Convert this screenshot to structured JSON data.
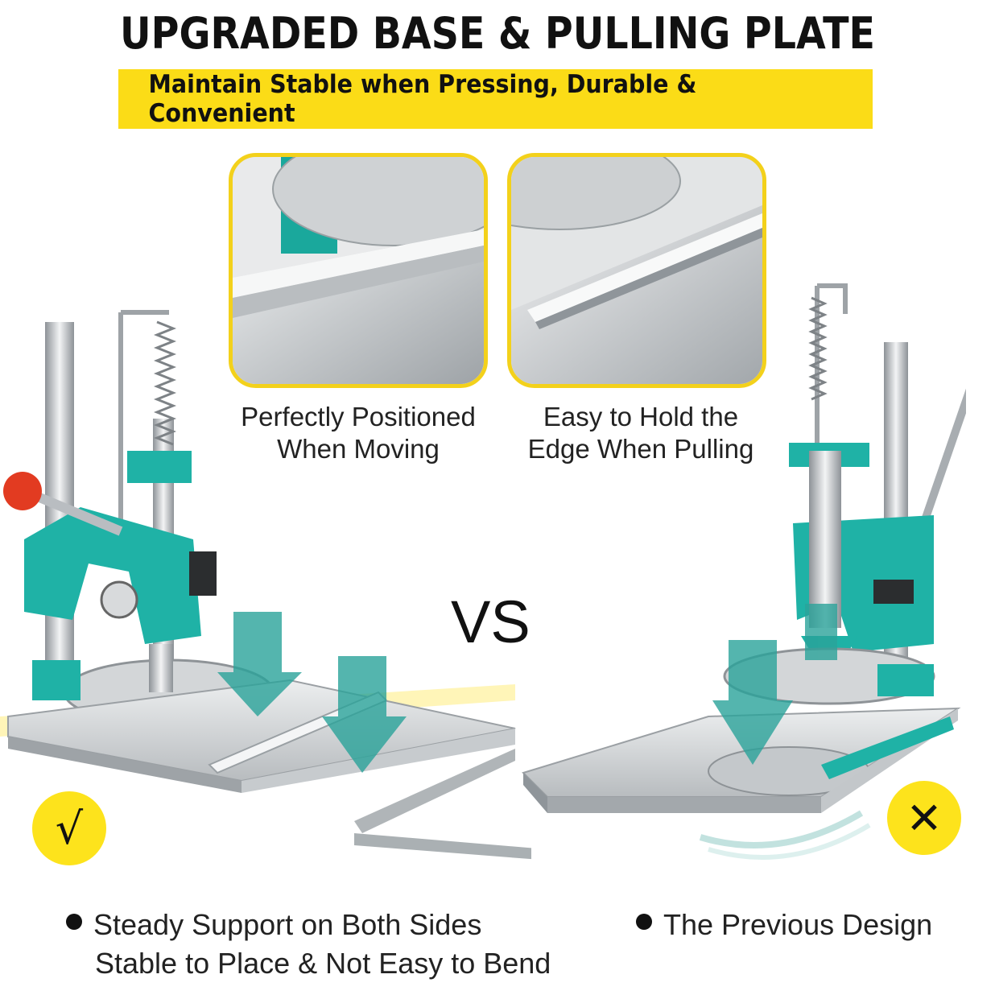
{
  "header": {
    "title": "UPGRADED BASE & PULLING PLATE",
    "banner": "Maintain Stable when Pressing, Durable & Convenient"
  },
  "details": [
    {
      "caption_line1": "Perfectly Positioned",
      "caption_line2": "When Moving"
    },
    {
      "caption_line1": "Easy to Hold the",
      "caption_line2": "Edge When Pulling"
    }
  ],
  "comparison": {
    "vs": "VS",
    "left_badge": "√",
    "right_badge": "✕",
    "left_text_line1": "Steady Support on Both Sides",
    "left_text_line2": "Stable to Place & Not Easy to Bend",
    "right_text_line1": "The Previous Design"
  },
  "colors": {
    "accent_yellow": "#fbdc17",
    "machine_teal": "#1fb2a6",
    "arrow_teal": "#2aa39a",
    "knob_red": "#e23b21",
    "steel": "#c9cccf"
  }
}
